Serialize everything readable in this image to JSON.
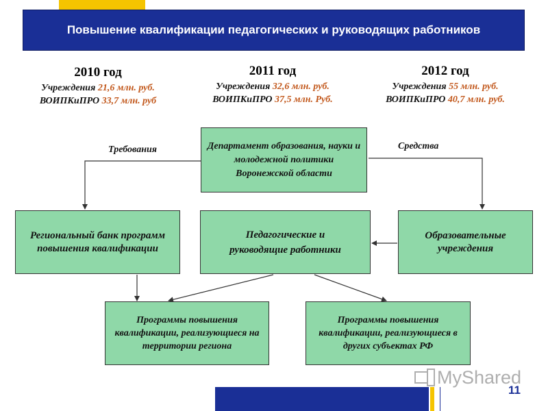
{
  "header": {
    "title": "Повышение квалификации педагогических и руководящих работников"
  },
  "funding": [
    {
      "year": "2010 год",
      "institutions_label": "Учреждения",
      "institutions_value": "21,6 млн. руб.",
      "voipk_label": "ВОИПКиПРО",
      "voipk_value": "33,7 млн. руб"
    },
    {
      "year": "2011 год",
      "institutions_label": "Учреждения",
      "institutions_value": "32,6 млн. руб.",
      "voipk_label": "ВОИПКиПРО",
      "voipk_value": "37,5 млн. Руб."
    },
    {
      "year": "2012 год",
      "institutions_label": "Учреждения",
      "institutions_value": "55 млн. руб.",
      "voipk_label": "ВОИПКиПРО",
      "voipk_value": "40,7 млн. руб."
    }
  ],
  "diagram": {
    "department": "Департамент образования, науки и молодежной политики Воронежской области",
    "regional_bank": "Региональный банк программ повышения квалификации",
    "teachers": "Педагогические и руководящие работники",
    "institutions": "Образовательные учреждения",
    "programs_region": "Программы повышения квалификации, реализующиеся на территории региона",
    "programs_other": "Программы повышения квалификации, реализующиеся в других субъектах РФ",
    "label_requirements": "Требования",
    "label_funds": "Средства"
  },
  "footer": {
    "page_number": "11",
    "watermark": "MyShared"
  },
  "colors": {
    "banner": "#1a2f96",
    "accent": "#f5c400",
    "box_fill": "#8fd8a8",
    "value_text": "#c2581c"
  }
}
